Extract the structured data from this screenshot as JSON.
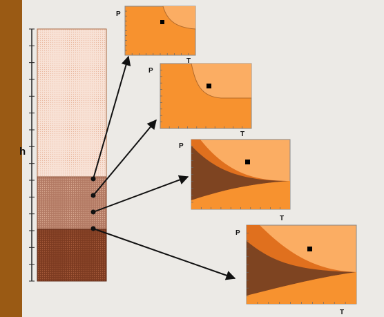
{
  "axis": {
    "height_label": "h"
  },
  "colors": {
    "wall": "#9a5a14",
    "layer_top": "#f7ddd0",
    "layer_middle": "#b07560",
    "layer_bottom": "#7a3a20",
    "phase_light": "#fbad63",
    "phase_medium": "#f7922f",
    "phase_dark_orange": "#e0701e",
    "phase_brown": "#7e4421",
    "arrow": "#111111"
  },
  "panels": [
    {
      "p_label": "P",
      "t_label": "T",
      "type": "simple"
    },
    {
      "p_label": "P",
      "t_label": "T",
      "type": "simple"
    },
    {
      "p_label": "P",
      "t_label": "T",
      "type": "three_phase"
    },
    {
      "p_label": "P",
      "t_label": "T",
      "type": "three_phase"
    }
  ]
}
